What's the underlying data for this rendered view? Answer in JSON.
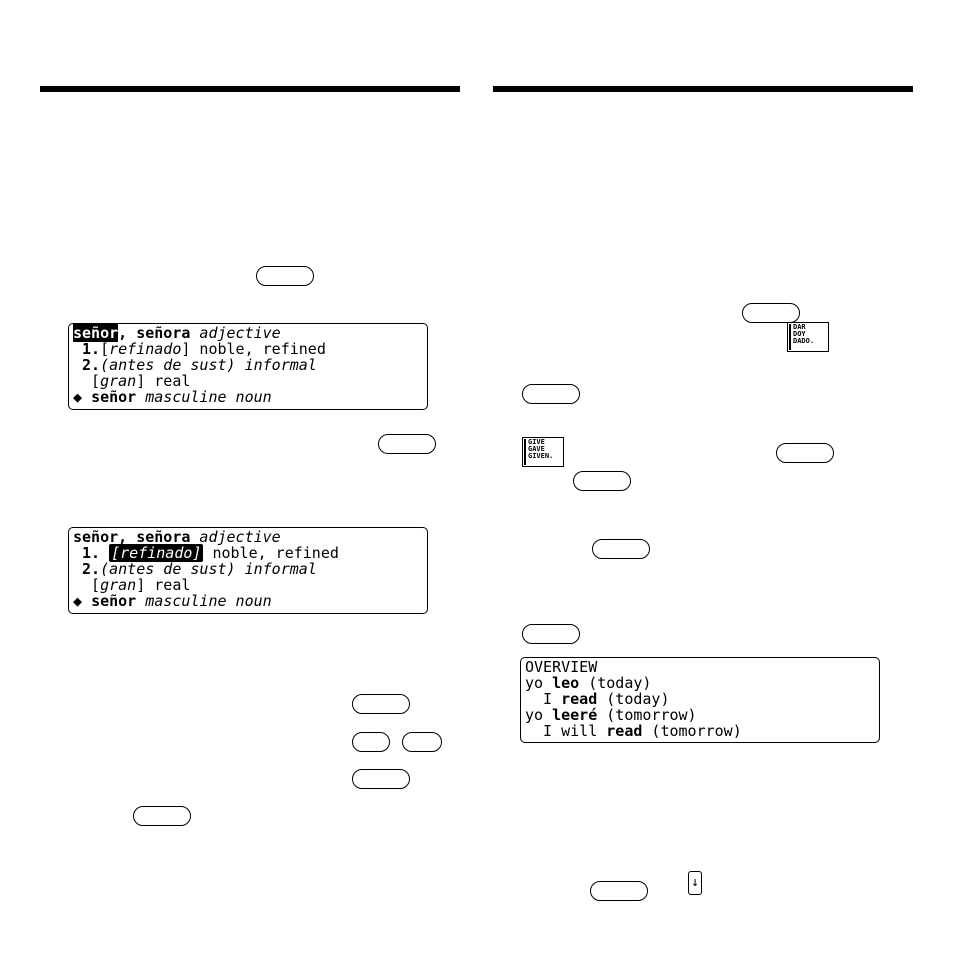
{
  "screen_left_1": {
    "lines": [
      [
        {
          "t": "señor",
          "s": "hl"
        },
        {
          "t": ", ",
          "s": "b"
        },
        {
          "t": "señora",
          "s": "b"
        },
        {
          "t": " adjective",
          "s": "i"
        }
      ],
      [
        {
          "t": " 1.",
          "s": "b"
        },
        {
          "t": "[",
          "s": ""
        },
        {
          "t": "refinado",
          "s": "i"
        },
        {
          "t": "] noble, refined",
          "s": ""
        }
      ],
      [
        {
          "t": " 2.",
          "s": "b"
        },
        {
          "t": "(antes de sust) informal",
          "s": "i"
        }
      ],
      [
        {
          "t": "  [",
          "s": ""
        },
        {
          "t": "gran",
          "s": "i"
        },
        {
          "t": "] real",
          "s": ""
        }
      ],
      [
        {
          "t": "◆ ",
          "s": "b"
        },
        {
          "t": "señor",
          "s": "b"
        },
        {
          "t": " masculine noun",
          "s": "i"
        }
      ]
    ]
  },
  "screen_left_2": {
    "lines": [
      [
        {
          "t": "señor, señora",
          "s": "b"
        },
        {
          "t": " adjective",
          "s": "i"
        }
      ],
      [
        {
          "t": " 1.",
          "s": "b"
        },
        {
          "t": " ",
          "s": ""
        },
        {
          "t": "[refinado]",
          "s": "hlbox"
        },
        {
          "t": " noble, refined",
          "s": ""
        }
      ],
      [
        {
          "t": " 2.",
          "s": "b"
        },
        {
          "t": "(antes de sust) informal",
          "s": "i"
        }
      ],
      [
        {
          "t": "  [",
          "s": ""
        },
        {
          "t": "gran",
          "s": "i"
        },
        {
          "t": "] real",
          "s": ""
        }
      ],
      [
        {
          "t": "◆ ",
          "s": "b"
        },
        {
          "t": "señor",
          "s": "b"
        },
        {
          "t": " masculine noun",
          "s": "i"
        }
      ]
    ]
  },
  "screen_right": {
    "lines": [
      [
        {
          "t": "OVERVIEW",
          "s": ""
        }
      ],
      [
        {
          "t": "yo ",
          "s": ""
        },
        {
          "t": "leo",
          "s": "b"
        },
        {
          "t": " (today)",
          "s": ""
        }
      ],
      [
        {
          "t": "  I ",
          "s": ""
        },
        {
          "t": "read",
          "s": "b"
        },
        {
          "t": " (today)",
          "s": ""
        }
      ],
      [
        {
          "t": "yo ",
          "s": ""
        },
        {
          "t": "leeré",
          "s": "b"
        },
        {
          "t": " (tomorrow)",
          "s": ""
        }
      ],
      [
        {
          "t": "  I will ",
          "s": ""
        },
        {
          "t": "read",
          "s": "b"
        },
        {
          "t": " (tomorrow)",
          "s": ""
        }
      ]
    ]
  },
  "icon_spanish": [
    "DAR",
    "DOY",
    "DADO."
  ],
  "icon_english": [
    "GIVE",
    "GAVE",
    "GIVEN."
  ],
  "arrow_key": "↓"
}
